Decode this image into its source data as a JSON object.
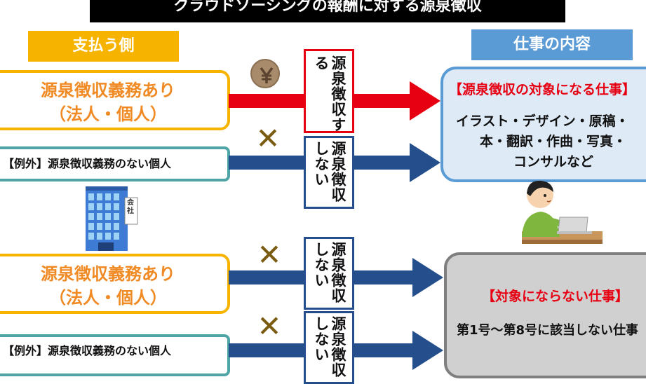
{
  "title": "クラウドソーシングの報酬に対する源泉徴収",
  "header_left": "支払う側",
  "header_right": "仕事の内容",
  "payer_obliged": {
    "line1": "源泉徴収義務あり",
    "line2": "（法人・個人）"
  },
  "payer_exception": "【例外】源泉徴収義務のない個人",
  "labels": {
    "withhold": "源泉徴収する",
    "no_withhold": "源泉徴収しない"
  },
  "company_sign": "会社",
  "yen_symbol": "¥",
  "cross_symbol": "✕",
  "target_box": {
    "title": "【源泉徴収の対象になる仕事】",
    "body_line1": "イラスト・デザイン・原稿・",
    "body_line2": "本・翻訳・作曲・写真・",
    "body_line3": "コンサルなど"
  },
  "non_target_box": {
    "title": "【対象にならない仕事】",
    "body": "第1号～第8号に該当しない仕事"
  },
  "colors": {
    "title_bg": "#000000",
    "left_header": "#f6b400",
    "right_header": "#5b9bd5",
    "red_arrow": "#e60012",
    "blue_arrow": "#244f8c",
    "cross": "#7a5c12"
  }
}
